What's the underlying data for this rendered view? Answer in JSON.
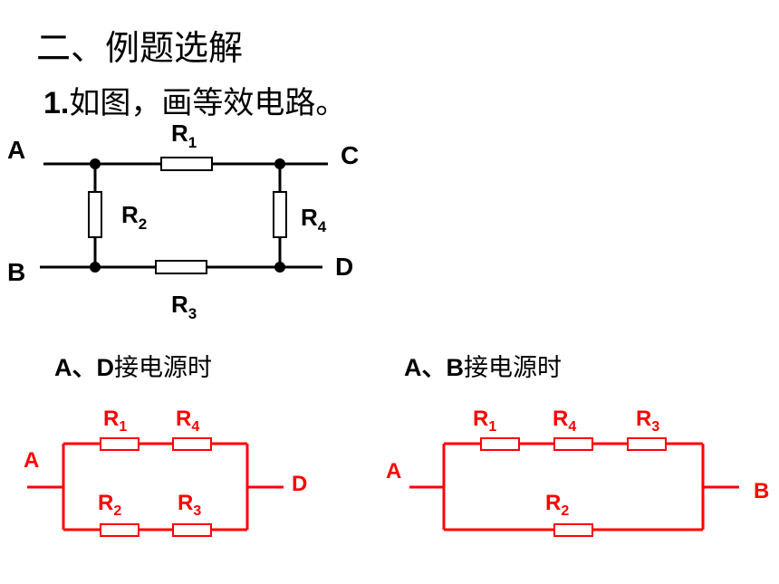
{
  "slide": {
    "section_title": "二、例题选解",
    "problem_number": "1.",
    "problem_text": "如图，画等效电路。"
  },
  "original_circuit": {
    "nodes": [
      "A",
      "B",
      "C",
      "D"
    ],
    "resistors": [
      {
        "name": "R",
        "sub": "1"
      },
      {
        "name": "R",
        "sub": "2"
      },
      {
        "name": "R",
        "sub": "3"
      },
      {
        "name": "R",
        "sub": "4"
      }
    ]
  },
  "equivalent_AD": {
    "caption_nodes": "A、D",
    "caption_text": "接电源时",
    "left_terminal": "A",
    "right_terminal": "D",
    "top_branch": [
      {
        "name": "R",
        "sub": "1"
      },
      {
        "name": "R",
        "sub": "4"
      }
    ],
    "bottom_branch": [
      {
        "name": "R",
        "sub": "2"
      },
      {
        "name": "R",
        "sub": "3"
      }
    ]
  },
  "equivalent_AB": {
    "caption_nodes": "A、B",
    "caption_text": "接电源时",
    "left_terminal": "A",
    "right_terminal": "B",
    "top_branch": [
      {
        "name": "R",
        "sub": "1"
      },
      {
        "name": "R",
        "sub": "4"
      },
      {
        "name": "R",
        "sub": "3"
      }
    ],
    "bottom_branch": [
      {
        "name": "R",
        "sub": "2"
      }
    ]
  },
  "colors": {
    "original_wire": "#000000",
    "equivalent_wire": "#ff0000"
  }
}
